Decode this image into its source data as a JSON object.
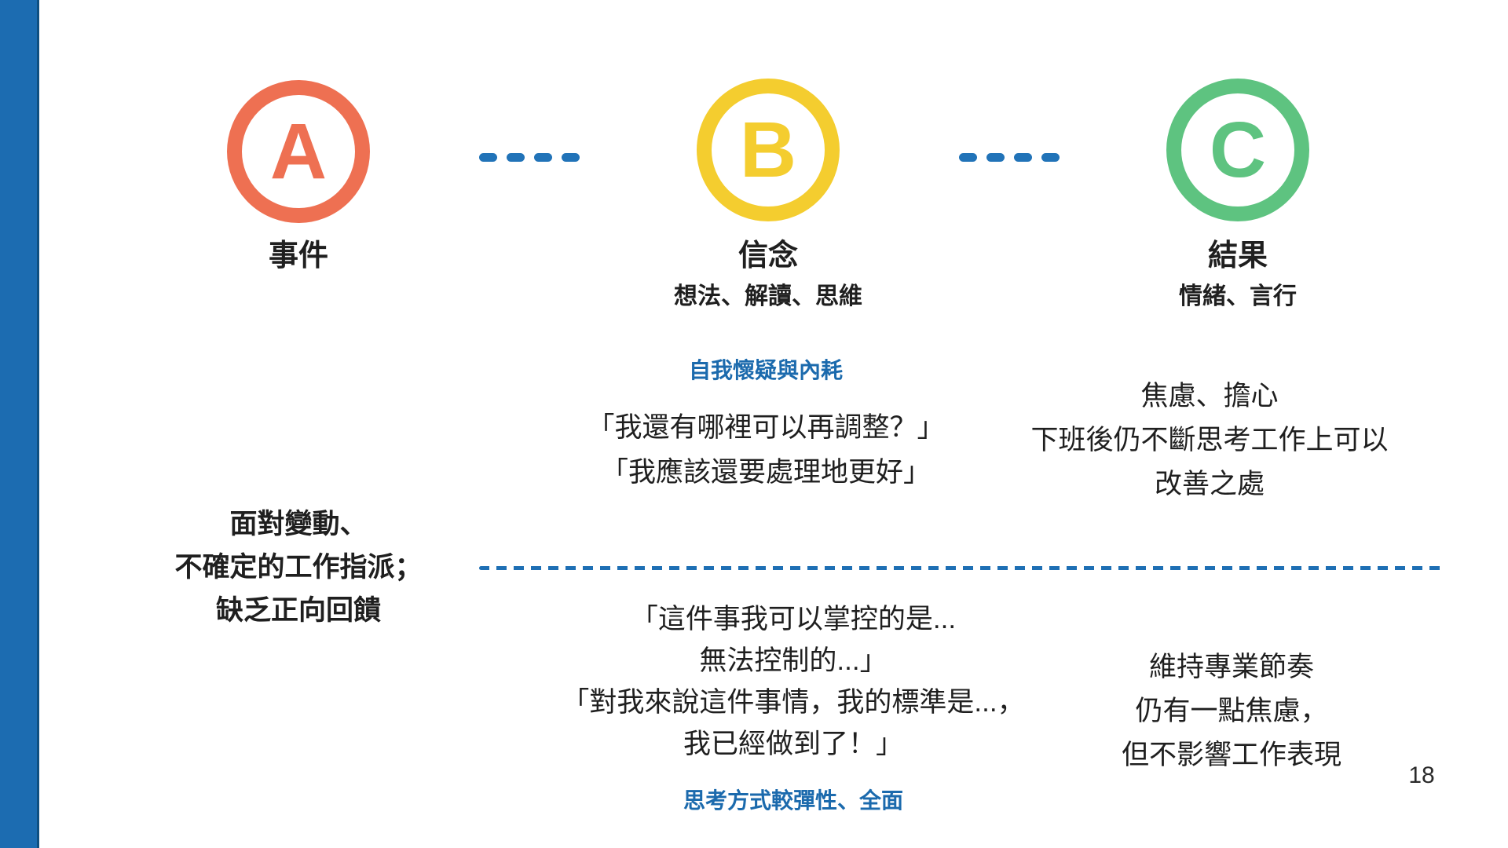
{
  "page": {
    "number": "18"
  },
  "colors": {
    "accent_blue": "#1D6DB0",
    "circle_a_orange": "#EE7052",
    "circle_b_yellow": "#F4CD2F",
    "circle_c_green": "#5EC380",
    "text_black": "#1F1F1F"
  },
  "model": {
    "a": {
      "letter": "A",
      "title": "事件",
      "example_lines": [
        "面對變動、",
        "不確定的工作指派；",
        "缺乏正向回饋"
      ]
    },
    "b": {
      "letter": "B",
      "title": "信念",
      "subtitle": "想法、解讀、思維",
      "upper": {
        "tag": "自我懷疑與內耗",
        "lines": [
          "「我還有哪裡可以再調整？」",
          "「我應該還要處理地更好」"
        ]
      },
      "lower": {
        "lines": [
          "「這件事我可以掌控的是...",
          "無法控制的...」",
          "「對我來說這件事情，我的標準是...，",
          "我已經做到了！」"
        ],
        "tag": "思考方式較彈性、全面"
      }
    },
    "c": {
      "letter": "C",
      "title": "結果",
      "subtitle": "情緒、言行",
      "upper_lines": [
        "焦慮、擔心",
        "下班後仍不斷思考工作上可以",
        "改善之處"
      ],
      "lower_lines": [
        "維持專業節奏",
        "仍有一點焦慮，",
        "但不影響工作表現"
      ]
    }
  }
}
